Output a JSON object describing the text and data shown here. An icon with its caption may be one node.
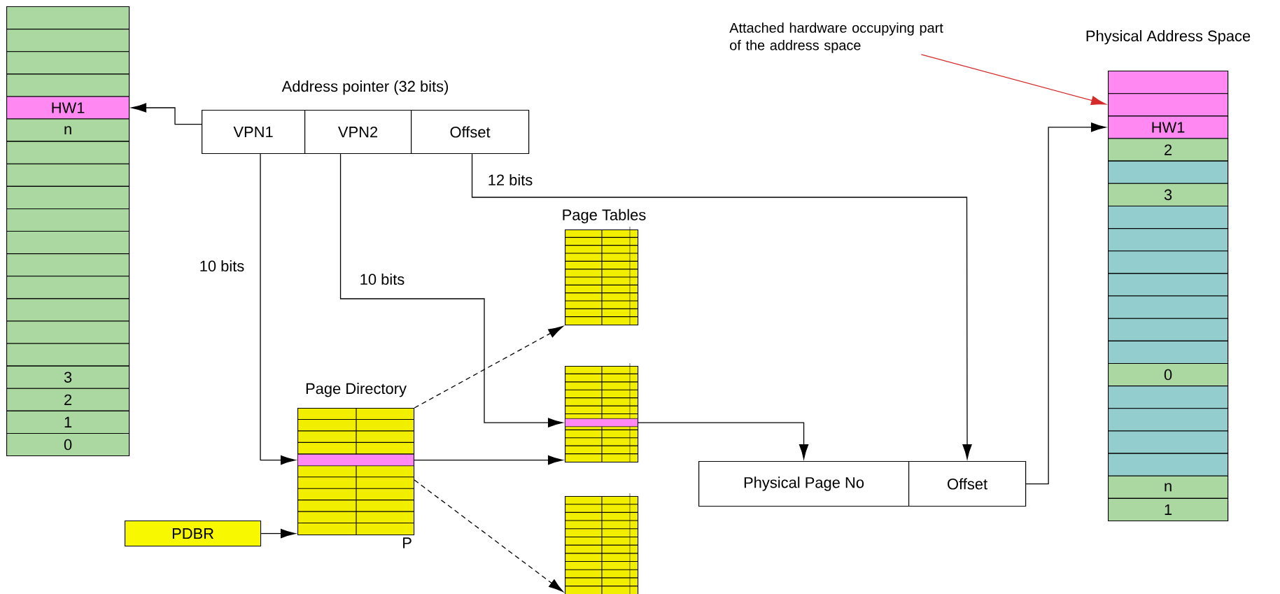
{
  "diagram": {
    "nodes": [
      {
        "text": [],
        "shape": "box"
      },
      {
        "text": [],
        "shape": "box",
        "in": 0
      },
      {
        "text": [],
        "shape": "box",
        "in": 0
      },
      {
        "text": [],
        "shape": "box",
        "in": 0
      },
      {
        "text": [],
        "shape": "box",
        "in": 0
      },
      {
        "text": [
          "HW1"
        ],
        "in": 0
      },
      {
        "text": [
          "n"
        ],
        "in": 0
      },
      {
        "text": [],
        "shape": "box",
        "in": 0
      },
      {
        "text": [],
        "shape": "box",
        "in": 0
      },
      {
        "text": [],
        "shape": "box",
        "in": 0
      },
      {
        "text": [],
        "shape": "box",
        "in": 0
      },
      {
        "text": [],
        "shape": "box",
        "in": 0
      },
      {
        "text": [],
        "shape": "box",
        "in": 0
      },
      {
        "text": [],
        "shape": "box",
        "in": 0
      },
      {
        "text": [],
        "shape": "box",
        "in": 0
      },
      {
        "text": [],
        "shape": "box",
        "in": 0
      },
      {
        "text": [],
        "shape": "box",
        "in": 0
      },
      {
        "text": [
          "3"
        ],
        "in": 0
      },
      {
        "text": [
          "2"
        ],
        "in": 0
      },
      {
        "text": [
          "1"
        ],
        "in": 0
      },
      {
        "text": [
          "0"
        ],
        "in": 0
      },
      {
        "text": [
          "Address pointer (32 bits)"
        ]
      },
      {
        "text": [
          "VPN1"
        ],
        "in": 21
      },
      {
        "text": [
          "VPN2"
        ],
        "in": 21
      },
      {
        "text": [
          "Offset"
        ],
        "in": 21
      },
      {
        "text": [
          "Attached hardware occupying part of the address space"
        ]
      },
      {
        "text": [
          "Physical Address Space"
        ]
      },
      {
        "text": [],
        "shape": "box",
        "in": 26
      },
      {
        "text": [],
        "shape": "box",
        "in": 26
      },
      {
        "text": [
          "HW1"
        ],
        "in": 26
      },
      {
        "text": [
          "2"
        ],
        "in": 26
      },
      {
        "text": [],
        "shape": "box",
        "in": 26
      },
      {
        "text": [
          "3"
        ],
        "in": 26
      },
      {
        "text": [],
        "shape": "box",
        "in": 26
      },
      {
        "text": [],
        "shape": "box",
        "in": 26
      },
      {
        "text": [],
        "shape": "box",
        "in": 26
      },
      {
        "text": [],
        "shape": "box",
        "in": 26
      },
      {
        "text": [],
        "shape": "box",
        "in": 26
      },
      {
        "text": [],
        "shape": "box",
        "in": 26
      },
      {
        "text": [],
        "shape": "box",
        "in": 26
      },
      {
        "text": [
          "0"
        ],
        "in": 26
      },
      {
        "text": [],
        "shape": "box",
        "in": 26
      },
      {
        "text": [],
        "shape": "box",
        "in": 26
      },
      {
        "text": [],
        "shape": "box",
        "in": 26
      },
      {
        "text": [],
        "shape": "box",
        "in": 26
      },
      {
        "text": [
          "n"
        ],
        "in": 26
      },
      {
        "text": [
          "1"
        ],
        "in": 26
      },
      {
        "text": [],
        "shape": "box"
      },
      {
        "text": [],
        "shape": "box"
      },
      {
        "text": [],
        "shape": "bar",
        "in": 48
      },
      {
        "text": [
          "Page Directory"
        ],
        "beside": [
          "P"
        ]
      },
      {
        "text": [],
        "shape": "bar",
        "in": 50
      },
      {
        "text": [],
        "shape": "box"
      },
      {
        "text": [
          "Physical Page No"
        ],
        "in": 52
      },
      {
        "text": [
          "Offset"
        ],
        "in": 52
      },
      {
        "text": [],
        "shape": "box"
      },
      {
        "text": [
          "PDBR"
        ]
      }
    ],
    "edges": [
      {
        "from": 21,
        "to": 5,
        "arrow": "to"
      },
      {
        "from": 22,
        "to": 51,
        "arrow": "to",
        "label": "10 bits"
      },
      {
        "from": 23,
        "to": 49,
        "arrow": "to",
        "label": "10 bits"
      },
      {
        "from": 24,
        "to": 54,
        "arrow": "to",
        "label": "12 bits"
      },
      {
        "from": 51,
        "to": 48,
        "arrow": "to"
      },
      {
        "from": 50,
        "to": 47,
        "arrow": "to",
        "style": "dashed"
      },
      {
        "from": 50,
        "to": 55,
        "arrow": "to",
        "style": "dashed"
      },
      {
        "from": 56,
        "to": 50,
        "arrow": "to"
      },
      {
        "from": 49,
        "to": 53,
        "arrow": "to"
      },
      {
        "from": 54,
        "to": 29,
        "arrow": "to"
      },
      {
        "from": 25,
        "to": 28,
        "arrow": "to",
        "color": "#d42a2a"
      }
    ],
    "labels": [
      "Page Tables"
    ]
  }
}
